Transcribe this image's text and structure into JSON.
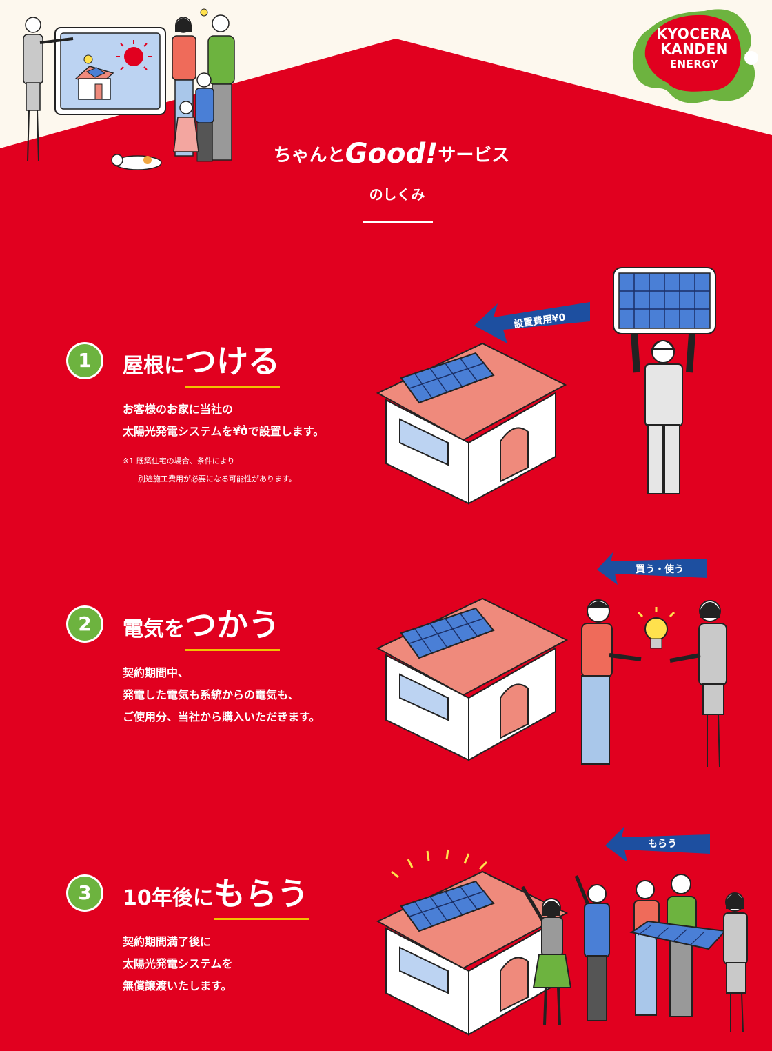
{
  "brand": {
    "line1": "KYOCERA",
    "line2": "KANDEN",
    "line3": "ENERGY"
  },
  "title": {
    "prefix": "ちゃんと",
    "good": "Good!",
    "suffix": "サービス",
    "subtitle": "のしくみ"
  },
  "steps": [
    {
      "number": "1",
      "heading_small": "屋根に",
      "heading_big": "つける",
      "lines": [
        "お客様のお家に当社の",
        "太陽光発電システムを¥0で設置します。"
      ],
      "line2_pre": "太陽光発電システムを¥",
      "line2_sup_value": "0",
      "line2_sup_mark": "※1",
      "line2_post": "で設置します。",
      "note_line1": "※1 既築住宅の場合、条件により",
      "note_line2": "別途施工費用が必要になる可能性があります。",
      "arrow_label": "設置費用¥0"
    },
    {
      "number": "2",
      "heading_small": "電気を",
      "heading_big": "つかう",
      "lines": [
        "契約期間中、",
        "発電した電気も系統からの電気も、",
        "ご使用分、当社から購入いただきます。"
      ],
      "arrow_label": "買う・使う"
    },
    {
      "number": "3",
      "heading_small": "10年後に",
      "heading_big": "もらう",
      "lines": [
        "契約期間満了後に",
        "太陽光発電システムを",
        "無償譲渡いたします。"
      ],
      "arrow_label": "もらう"
    }
  ],
  "colors": {
    "background_red": "#e1001f",
    "cream": "#fdf8ee",
    "green": "#6db33f",
    "yellow_underline": "#f2c100",
    "arrow_blue": "#1d4fa0",
    "panel_blue": "#4a7fd6",
    "roof_pink": "#ef8a7c"
  }
}
